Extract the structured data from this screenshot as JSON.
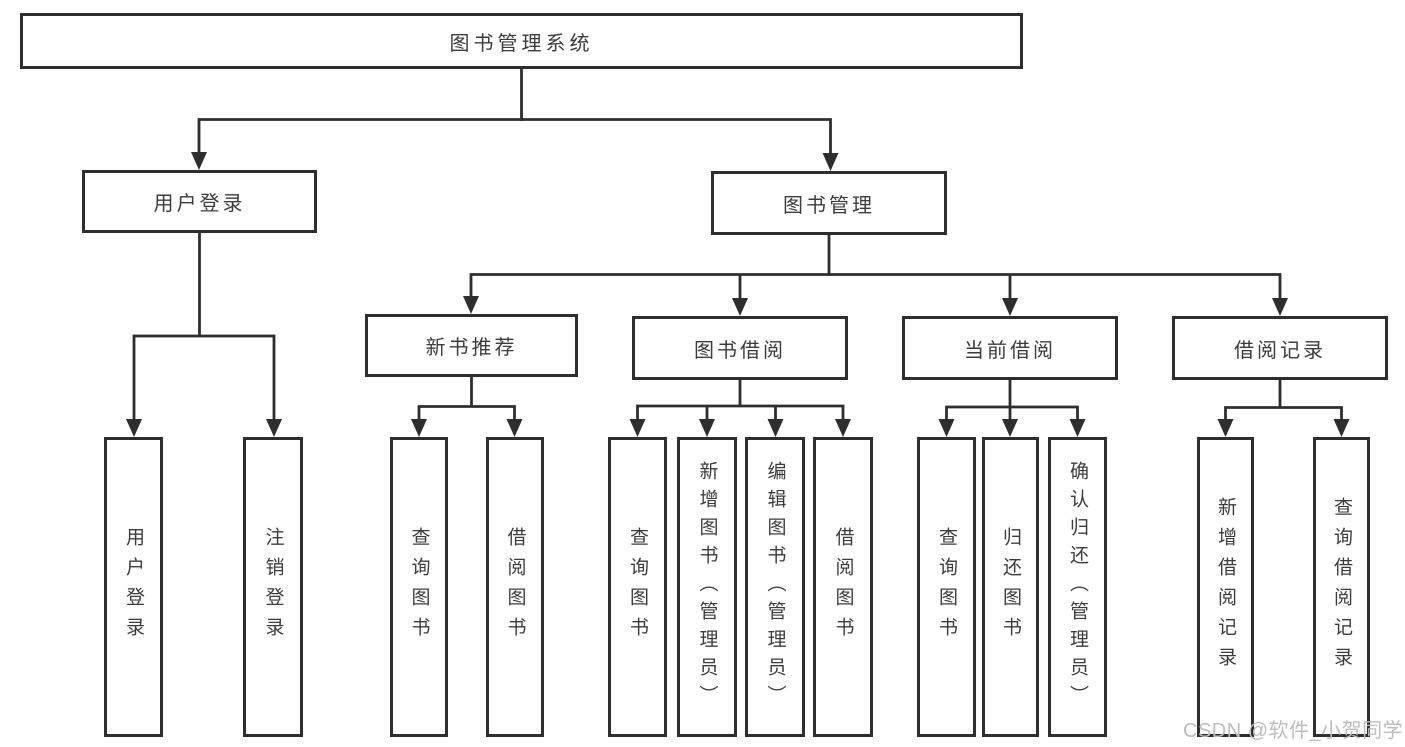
{
  "diagram": {
    "title": "图书管理系统",
    "type": "hierarchy-tree",
    "nodes": [
      {
        "id": "root",
        "label": "图书管理系统",
        "level": 1,
        "parent": null,
        "orientation": "horizontal"
      },
      {
        "id": "user-login",
        "label": "用户登录",
        "level": 2,
        "parent": "root",
        "orientation": "horizontal"
      },
      {
        "id": "book-management",
        "label": "图书管理",
        "level": 2,
        "parent": "root",
        "orientation": "horizontal"
      },
      {
        "id": "new-book-recommend",
        "label": "新书推荐",
        "level": 3,
        "parent": "book-management",
        "orientation": "horizontal"
      },
      {
        "id": "book-borrowing",
        "label": "图书借阅",
        "level": 3,
        "parent": "book-management",
        "orientation": "horizontal"
      },
      {
        "id": "current-borrowing",
        "label": "当前借阅",
        "level": 3,
        "parent": "book-management",
        "orientation": "horizontal"
      },
      {
        "id": "borrowing-records",
        "label": "借阅记录",
        "level": 3,
        "parent": "book-management",
        "orientation": "horizontal"
      },
      {
        "id": "leaf-user-login",
        "label": "用户登录",
        "level": 4,
        "parent": "user-login",
        "orientation": "vertical"
      },
      {
        "id": "leaf-logout",
        "label": "注销登录",
        "level": 4,
        "parent": "user-login",
        "orientation": "vertical"
      },
      {
        "id": "leaf-query-books-1",
        "label": "查询图书",
        "level": 4,
        "parent": "new-book-recommend",
        "orientation": "vertical"
      },
      {
        "id": "leaf-borrow-books-1",
        "label": "借阅图书",
        "level": 4,
        "parent": "new-book-recommend",
        "orientation": "vertical"
      },
      {
        "id": "leaf-query-books-2",
        "label": "查询图书",
        "level": 4,
        "parent": "book-borrowing",
        "orientation": "vertical"
      },
      {
        "id": "leaf-add-books",
        "label": "新增图书（管理员）",
        "level": 4,
        "parent": "book-borrowing",
        "orientation": "vertical"
      },
      {
        "id": "leaf-edit-books",
        "label": "编辑图书（管理员）",
        "level": 4,
        "parent": "book-borrowing",
        "orientation": "vertical"
      },
      {
        "id": "leaf-borrow-books-2",
        "label": "借阅图书",
        "level": 4,
        "parent": "book-borrowing",
        "orientation": "vertical"
      },
      {
        "id": "leaf-query-books-3",
        "label": "查询图书",
        "level": 4,
        "parent": "current-borrowing",
        "orientation": "vertical"
      },
      {
        "id": "leaf-return-books",
        "label": "归还图书",
        "level": 4,
        "parent": "current-borrowing",
        "orientation": "vertical"
      },
      {
        "id": "leaf-confirm-return",
        "label": "确认归还（管理员）",
        "level": 4,
        "parent": "current-borrowing",
        "orientation": "vertical"
      },
      {
        "id": "leaf-add-borrow-record",
        "label": "新增借阅记录",
        "level": 4,
        "parent": "borrowing-records",
        "orientation": "vertical"
      },
      {
        "id": "leaf-query-borrow-record",
        "label": "查询借阅记录",
        "level": 4,
        "parent": "borrowing-records",
        "orientation": "vertical"
      }
    ]
  },
  "watermark": {
    "text": "CSDN @软件_小贺同学",
    "color": "#bdbdbd"
  },
  "colors": {
    "background": "#ffffff",
    "box_fill": "#ffffff",
    "border": "#2e2e2e",
    "text": "#3c3c3c"
  }
}
